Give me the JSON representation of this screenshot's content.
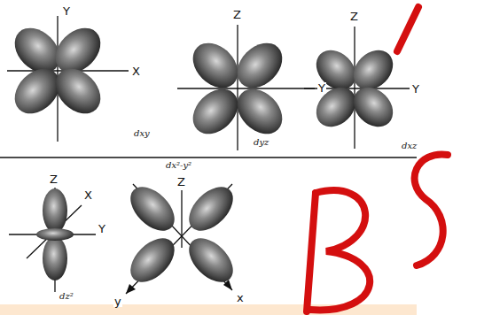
{
  "diagram": {
    "labels": [
      "Y",
      "X",
      "dxy",
      "Z",
      "Y",
      "dyz",
      "Z",
      "Y",
      "dxz",
      "Z",
      "X",
      "Y",
      "dz²",
      "dx²-y²",
      "Z",
      "y",
      "x"
    ]
  }
}
